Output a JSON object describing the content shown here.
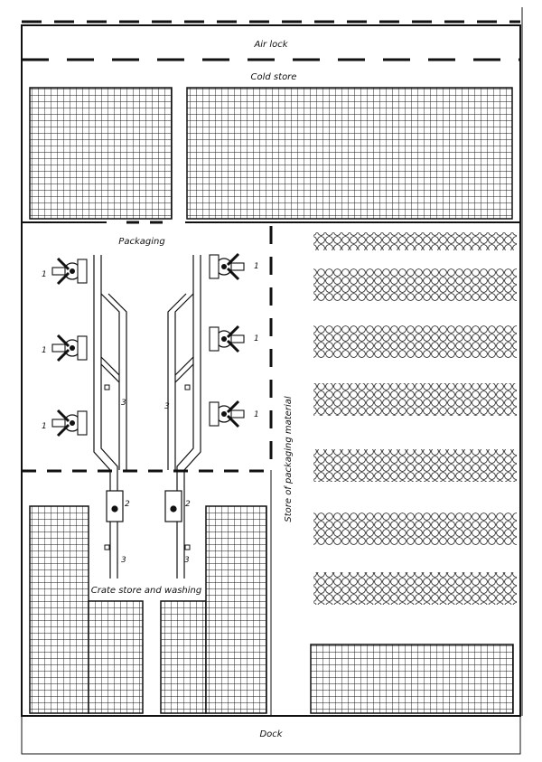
{
  "labels": {
    "air_lock": "Air lock",
    "cold_store": "Cold store",
    "packaging": "Packaging",
    "store_packaging": "Store of packaging material",
    "crate_store": "Crate store and washing",
    "dock": "Dock"
  },
  "numbers": {
    "station": "1",
    "trolley": "2",
    "conveyor": "3"
  },
  "colors": {
    "ink": "#111111",
    "paper": "#ffffff"
  }
}
